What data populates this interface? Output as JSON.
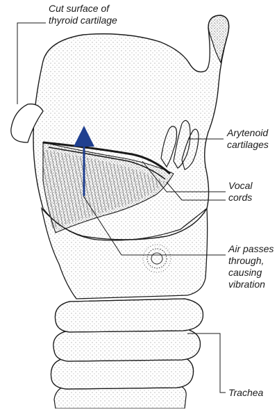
{
  "labels": {
    "thyroid": {
      "line1": "Cut surface of",
      "line2": "thyroid cartilage"
    },
    "arytenoid": {
      "line1": "Arytenoid",
      "line2": "cartilages"
    },
    "vocal": {
      "line1": "Vocal",
      "line2": "cords"
    },
    "air": {
      "line1": "Air passes",
      "line2": "through,",
      "line3": "causing",
      "line4": "vibration"
    },
    "trachea": {
      "line1": "Trachea"
    }
  },
  "colors": {
    "airflow_arrow": "#1f3f8f",
    "ink": "#1a1a1a",
    "stipple": "#555555"
  }
}
